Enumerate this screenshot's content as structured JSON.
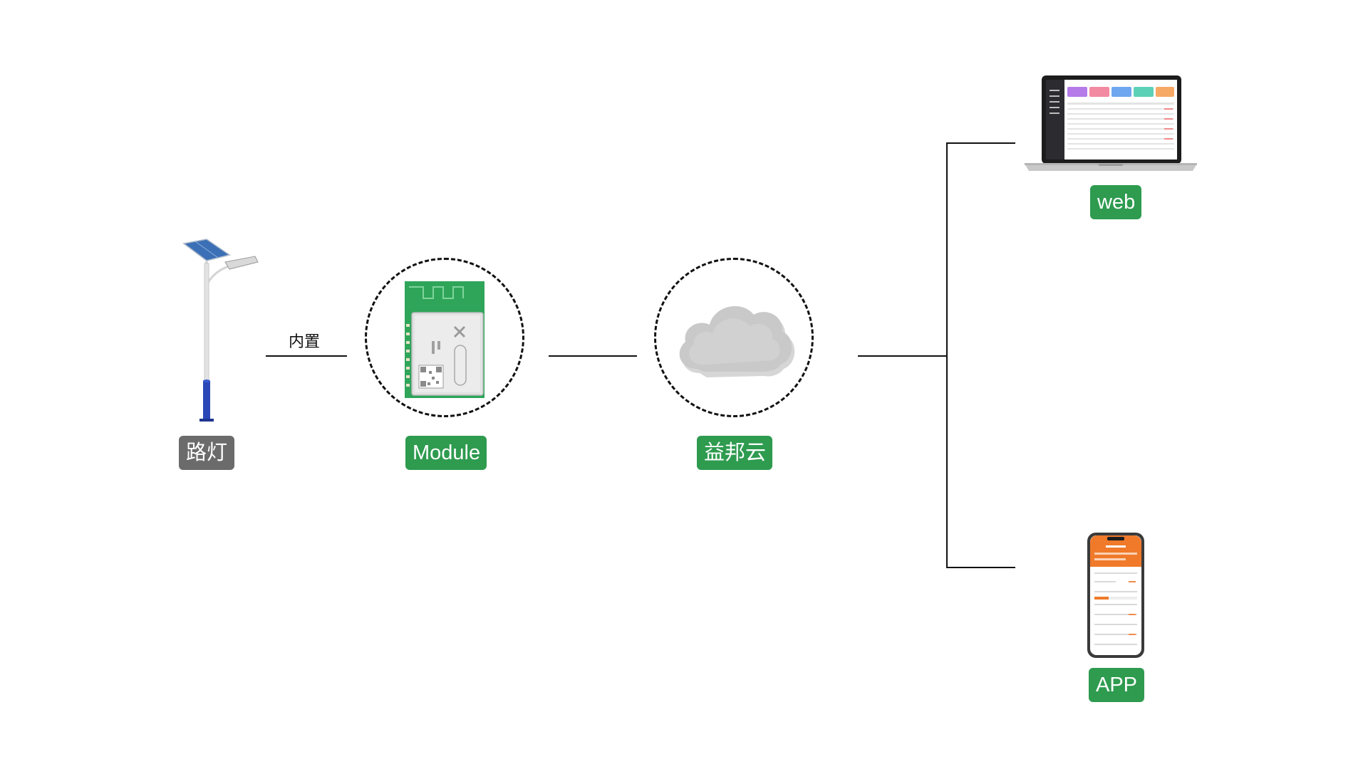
{
  "nodes": {
    "streetlight": {
      "label": "路灯",
      "color": "#6b6b6b"
    },
    "module": {
      "label": "Module",
      "color": "#2e9b4f"
    },
    "cloud": {
      "label": "益邦云",
      "color": "#2e9b4f"
    },
    "web": {
      "label": "web",
      "color": "#2e9b4f"
    },
    "app": {
      "label": "APP",
      "color": "#2e9b4f"
    }
  },
  "edges": {
    "streetlight_to_module": {
      "label": "内置"
    }
  },
  "icons": {
    "streetlight": "street-light-icon",
    "module": "wifi-module-chip-icon",
    "cloud": "cloud-icon",
    "web": "laptop-icon",
    "app": "smartphone-icon"
  }
}
